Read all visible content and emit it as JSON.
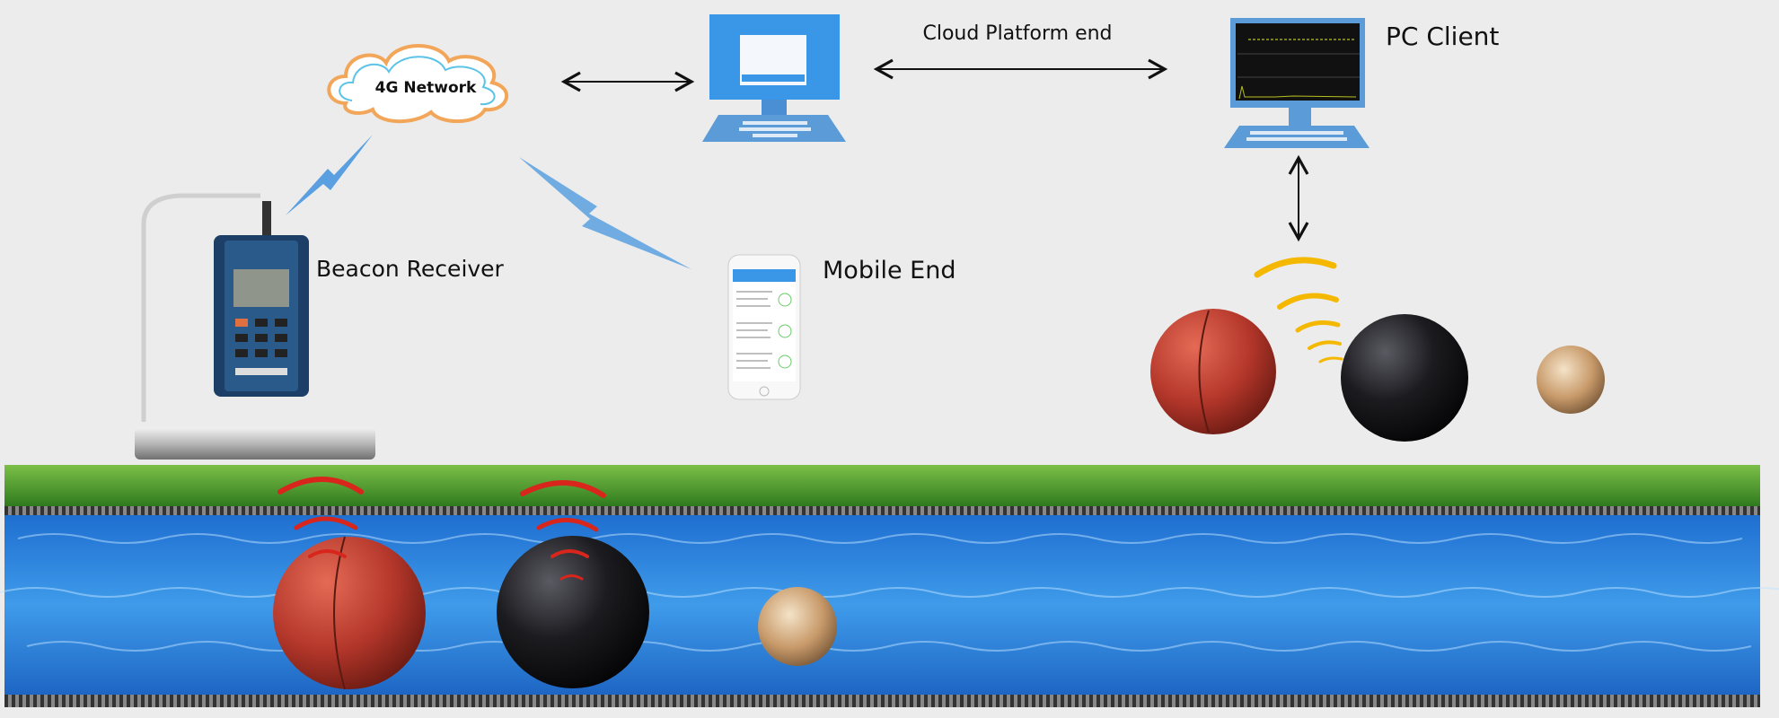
{
  "labels": {
    "network": "4G Network",
    "cloud_platform": "Cloud Platform end",
    "pc_client": "PC Client",
    "beacon_receiver": "Beacon Receiver",
    "mobile_end": "Mobile End"
  },
  "colors": {
    "background": "#ececec",
    "device_blue": "#3a97e8",
    "water": "#2f7fd6",
    "grass": "#4a9a2a",
    "signal_red": "#d8261c",
    "signal_yellow": "#f5b800",
    "ball_red": "#b83a2c",
    "ball_black": "#1a1a1e"
  }
}
